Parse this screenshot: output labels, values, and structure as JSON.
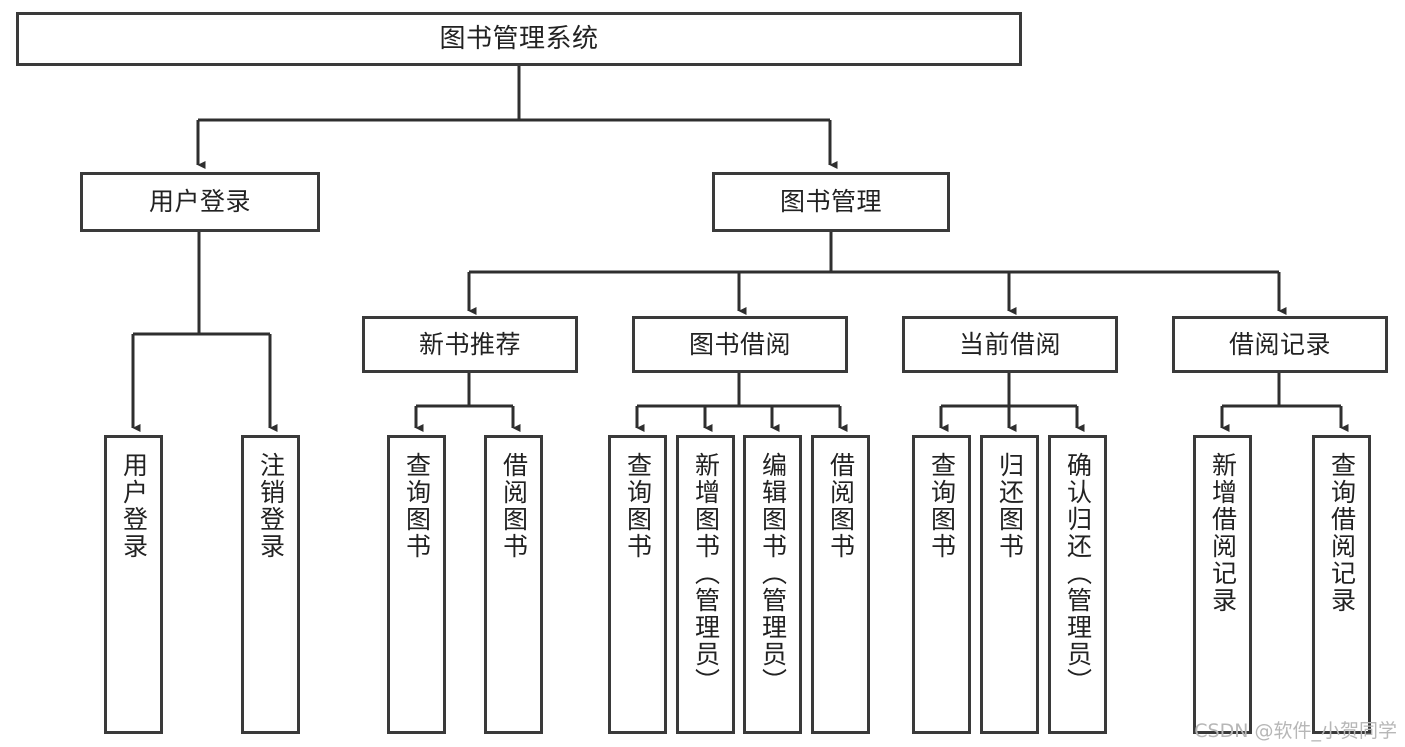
{
  "diagram": {
    "title": "图书管理系统",
    "type": "tree",
    "watermark": "CSDN @软件_小贺同学",
    "colors": {
      "node_border": "#3a3a3a",
      "node_fill": "#ffffff",
      "edge": "#2f2f2f",
      "text": "#222222",
      "watermark": "#b7b7b7"
    },
    "nodes": {
      "root": {
        "label": "图书管理系统"
      },
      "level2": [
        {
          "id": "user-login",
          "label": "用户登录"
        },
        {
          "id": "book-manage",
          "label": "图书管理"
        }
      ],
      "level3": [
        {
          "id": "new-book-recommend",
          "label": "新书推荐"
        },
        {
          "id": "book-borrow",
          "label": "图书借阅"
        },
        {
          "id": "current-borrow",
          "label": "当前借阅"
        },
        {
          "id": "borrow-record",
          "label": "借阅记录"
        }
      ],
      "leaves": {
        "user_login": [
          {
            "id": "leaf-user-login",
            "label": "用户登录"
          },
          {
            "id": "leaf-logout-login",
            "label": "注销登录"
          }
        ],
        "new_book_recommend": [
          {
            "id": "leaf-query-book-1",
            "label": "查询图书"
          },
          {
            "id": "leaf-borrow-book-1",
            "label": "借阅图书"
          }
        ],
        "book_borrow": [
          {
            "id": "leaf-query-book-2",
            "label": "查询图书"
          },
          {
            "id": "leaf-add-book",
            "label": "新增图书（管理员）"
          },
          {
            "id": "leaf-edit-book",
            "label": "编辑图书（管理员）"
          },
          {
            "id": "leaf-borrow-book-2",
            "label": "借阅图书"
          }
        ],
        "current_borrow": [
          {
            "id": "leaf-query-book-3",
            "label": "查询图书"
          },
          {
            "id": "leaf-return-book",
            "label": "归还图书"
          },
          {
            "id": "leaf-confirm-return",
            "label": "确认归还（管理员）"
          }
        ],
        "borrow_record": [
          {
            "id": "leaf-add-record",
            "label": "新增借阅记录"
          },
          {
            "id": "leaf-query-record",
            "label": "查询借阅记录"
          }
        ]
      }
    }
  }
}
